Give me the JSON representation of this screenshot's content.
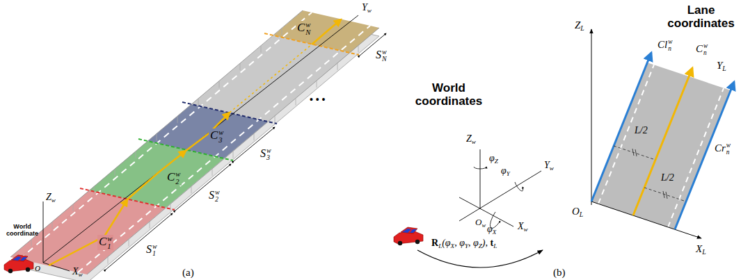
{
  "diagram": {
    "labels": [
      "World coordinate",
      "C",
      "1",
      "w",
      "C",
      "2",
      "w",
      "C",
      "3",
      "w",
      "C",
      "N",
      "w",
      "S",
      "1",
      "w",
      "S",
      "2",
      "w",
      "S",
      "3",
      "w",
      "S",
      "N",
      "w",
      "X",
      "w",
      "Y",
      "w",
      "Z",
      "w",
      "O",
      "• • •",
      "(a)",
      "World coordinates",
      "Lane coordinates",
      "Z",
      "w",
      "Y",
      "w",
      "X",
      "w",
      "O",
      "w",
      "φ",
      "Z",
      "φ",
      "Y",
      "φ",
      "X",
      "R",
      "L",
      "(φ",
      "X",
      ", φ",
      "Y",
      ", φ",
      "Z",
      "), ",
      "t",
      "L",
      "Z",
      "L",
      "Y",
      "L",
      "X",
      "L",
      "O",
      "L",
      "Cl",
      "n",
      "w",
      "C",
      "n",
      "w",
      "Cr",
      "n",
      "w",
      "L/2",
      "L/2",
      "(b)"
    ]
  }
}
